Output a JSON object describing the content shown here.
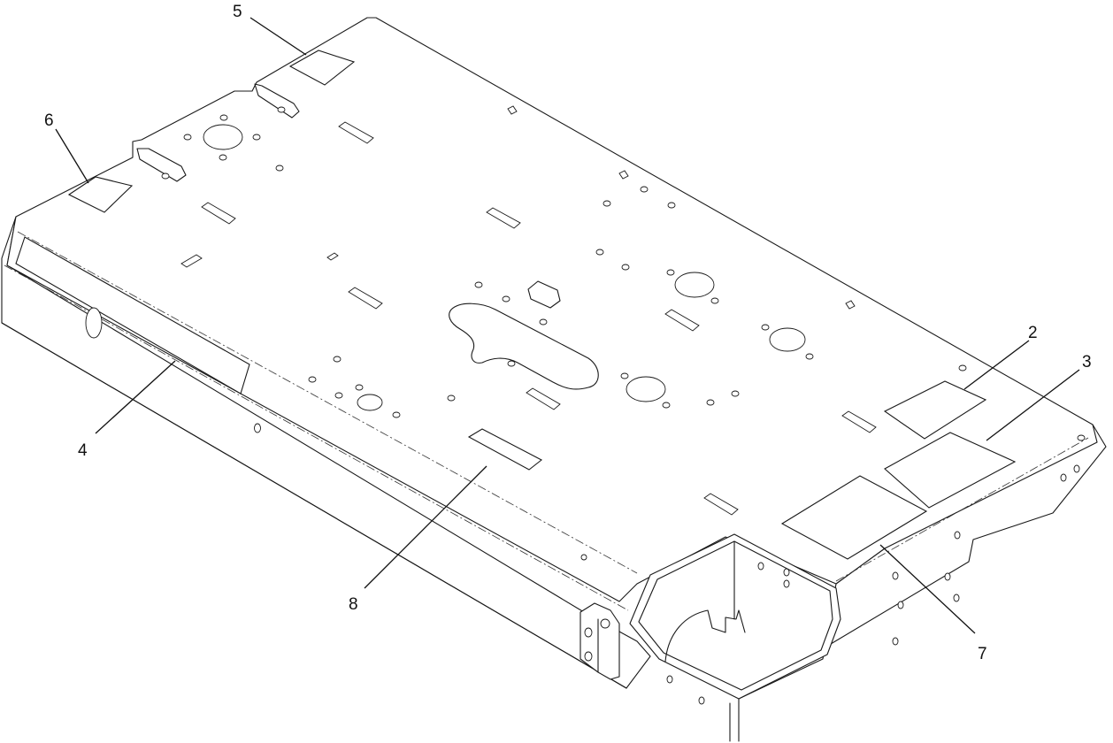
{
  "callouts": [
    {
      "label": "2"
    },
    {
      "label": "3"
    },
    {
      "label": "4"
    },
    {
      "label": "5"
    },
    {
      "label": "6"
    },
    {
      "label": "7"
    },
    {
      "label": "8"
    }
  ]
}
